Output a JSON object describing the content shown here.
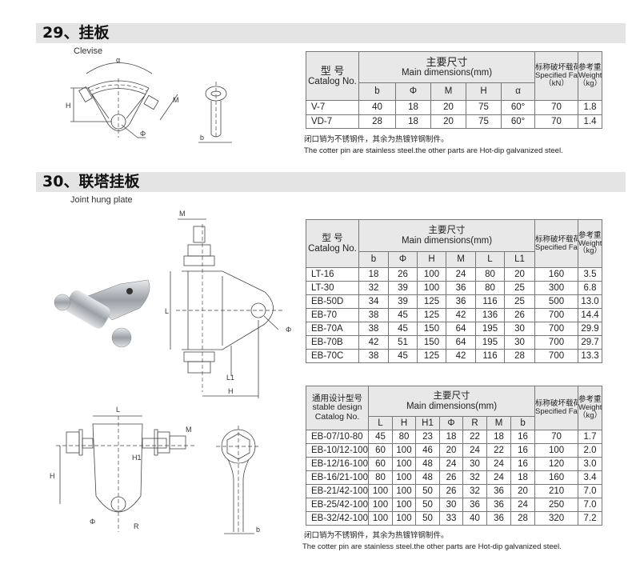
{
  "sections": [
    {
      "title": "29、挂板",
      "subtitle": "Clevise"
    },
    {
      "title": "30、联塔挂板",
      "subtitle": "Joint hung plate"
    }
  ],
  "drawing_labels": {
    "alpha": "α",
    "H": "H",
    "M": "M",
    "phi": "Φ",
    "b": "b",
    "L": "L",
    "L1": "L1",
    "H1": "H1",
    "R": "R"
  },
  "header_common": {
    "catalog_cn": "型 号",
    "catalog_en": "Catalog No.",
    "dims_cn": "主要尺寸",
    "dims_en": "Main dimensions(mm)",
    "load_cn": "标称破坏载荷",
    "load_en": "Specified Failure Load",
    "load_unit": "（kN）",
    "weight_cn": "参考重量",
    "weight_en": "Weight",
    "weight_unit": "（kg）",
    "stable_cn": "通用设计型号",
    "stable_en1": "stable design",
    "stable_en2": "Catalog No."
  },
  "table1": {
    "columns": [
      "b",
      "Φ",
      "M",
      "H",
      "α"
    ],
    "rows": [
      [
        "V-7",
        "40",
        "18",
        "20",
        "75",
        "60°",
        "70",
        "1.8"
      ],
      [
        "VD-7",
        "28",
        "18",
        "20",
        "75",
        "60°",
        "70",
        "1.4"
      ]
    ]
  },
  "table2": {
    "columns": [
      "b",
      "Φ",
      "H",
      "M",
      "L",
      "L1"
    ],
    "rows": [
      [
        "LT-16",
        "18",
        "26",
        "100",
        "24",
        "80",
        "20",
        "160",
        "3.5"
      ],
      [
        "LT-30",
        "32",
        "39",
        "100",
        "36",
        "80",
        "25",
        "300",
        "6.8"
      ],
      [
        "EB-50D",
        "34",
        "39",
        "125",
        "36",
        "116",
        "25",
        "500",
        "13.0"
      ],
      [
        "EB-70",
        "38",
        "45",
        "125",
        "42",
        "136",
        "26",
        "700",
        "14.4"
      ],
      [
        "EB-70A",
        "38",
        "45",
        "150",
        "64",
        "195",
        "30",
        "700",
        "29.9"
      ],
      [
        "EB-70B",
        "42",
        "51",
        "150",
        "64",
        "195",
        "30",
        "700",
        "29.7"
      ],
      [
        "EB-70C",
        "38",
        "45",
        "125",
        "42",
        "116",
        "28",
        "700",
        "13.3"
      ]
    ]
  },
  "table3": {
    "columns": [
      "L",
      "H",
      "H1",
      "Φ",
      "R",
      "M",
      "b"
    ],
    "rows": [
      [
        "EB-07/10-80",
        "45",
        "80",
        "23",
        "18",
        "22",
        "18",
        "16",
        "70",
        "1.7"
      ],
      [
        "EB-10/12-100",
        "60",
        "100",
        "46",
        "20",
        "24",
        "22",
        "16",
        "100",
        "2.0"
      ],
      [
        "EB-12/16-100",
        "60",
        "100",
        "48",
        "24",
        "30",
        "24",
        "16",
        "120",
        "3.0"
      ],
      [
        "EB-16/21-100",
        "80",
        "100",
        "48",
        "26",
        "32",
        "24",
        "18",
        "160",
        "3.4"
      ],
      [
        "EB-21/42-100",
        "100",
        "100",
        "50",
        "26",
        "32",
        "36",
        "20",
        "210",
        "7.0"
      ],
      [
        "EB-25/42-100",
        "100",
        "100",
        "50",
        "30",
        "36",
        "36",
        "24",
        "250",
        "7.0"
      ],
      [
        "EB-32/42-100",
        "100",
        "100",
        "50",
        "33",
        "40",
        "36",
        "28",
        "320",
        "7.2"
      ]
    ]
  },
  "notes": {
    "cn": "闭口销为不锈钢件，其余为热镀锌钢制件。",
    "en": "The cotter pin are stainless steel.the other parts are Hot-dip galvanized steel."
  }
}
